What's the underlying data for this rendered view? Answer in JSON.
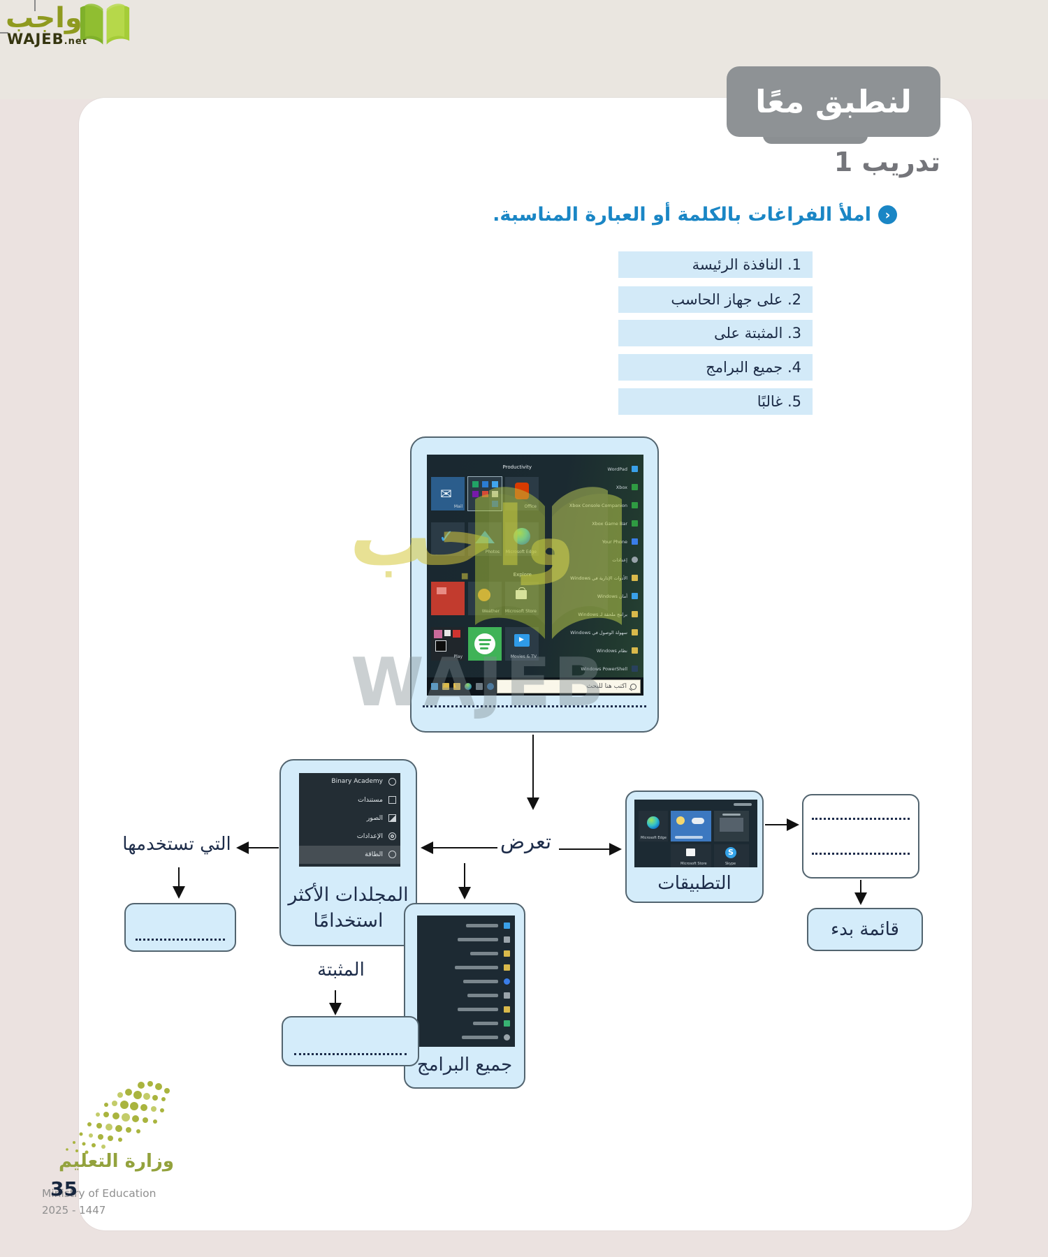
{
  "page": {
    "number": "35",
    "logo": {
      "arabic": "واجب",
      "latin": "WAJEB",
      "suffix": ".net"
    },
    "watermark": {
      "arabic": "واجب",
      "latin": "WAJEB"
    },
    "footer": {
      "ministry_arabic": "وزارة التعليم",
      "ministry_english": "Ministry of Education",
      "years": "2025 - 1447"
    }
  },
  "header": {
    "banner": "لنطبق معًا",
    "exercise_title": "تدريب 1",
    "instruction_icon": "‹",
    "instruction": "املأ الفراغات بالكلمة أو العبارة المناسبة."
  },
  "word_bank": {
    "items": [
      "1. النافذة الرئيسة",
      "2. على جهاز الحاسب",
      "3. المثبتة على",
      "4. جميع البرامج",
      "5. غالبًا"
    ]
  },
  "diagram": {
    "center_label": "تعرض",
    "left_branch_label": "التي تستخدمها",
    "installed_label": "المثبتة",
    "start_screenshot": {
      "groups": [
        "Productivity",
        "Explore"
      ],
      "tiles": [
        {
          "label": "Mail"
        },
        {
          "label": "Office"
        },
        {
          "label": "Photos"
        },
        {
          "label": "Microsoft Edge"
        },
        {
          "label": "Weather"
        },
        {
          "label": "Microsoft Store"
        },
        {
          "label": "Play"
        },
        {
          "label": "Movies & TV"
        }
      ],
      "apps": [
        {
          "label": "WordPad"
        },
        {
          "label": "Xbox"
        },
        {
          "label": "Xbox Console Companion"
        },
        {
          "label": "Xbox Game Bar"
        },
        {
          "label": "Your Phone"
        },
        {
          "label": "إعدادات"
        },
        {
          "label": "الأدوات الإدارية في Windows"
        },
        {
          "label": "أمان Windows"
        },
        {
          "label": "برامج ملحقة لـ Windows"
        },
        {
          "label": "سهولة الوصول في Windows"
        },
        {
          "label": "نظام Windows"
        },
        {
          "label": "Windows PowerShell"
        }
      ],
      "search_placeholder": "اكتب هنا للبحث"
    },
    "folders_card": {
      "caption": "المجلدات الأكثر استخدامًا",
      "items": [
        {
          "label": "Binary Academy"
        },
        {
          "label": "مستندات"
        },
        {
          "label": "الصور"
        },
        {
          "label": "الإعدادات"
        },
        {
          "label": "الطاقة"
        }
      ]
    },
    "apps_card": {
      "caption": "التطبيقات",
      "tiles": [
        {
          "label": "Microsoft Edge"
        },
        {
          "label": "Microsoft Store"
        },
        {
          "label": "Skype"
        }
      ]
    },
    "all_programs_card": {
      "caption": "جميع البرامج"
    },
    "start_menu_box": {
      "caption": "قائمة بدء"
    }
  },
  "colors": {
    "accent_blue": "#1a86c5",
    "box_fill": "#d4ecfa",
    "banner_gray": "#8e9295",
    "navy": "#1d2c49"
  }
}
